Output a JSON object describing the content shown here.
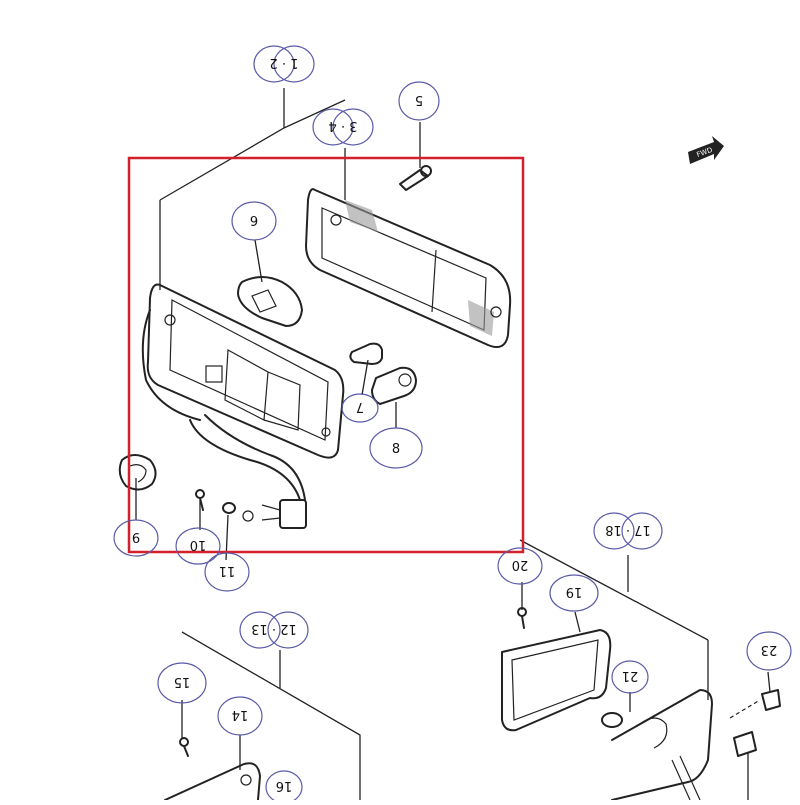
{
  "diagram": {
    "callouts": [
      {
        "id": "1-2",
        "text": "1 · 2"
      },
      {
        "id": "3-4",
        "text": "3 · 4"
      },
      {
        "id": "5",
        "text": "5"
      },
      {
        "id": "6",
        "text": "6"
      },
      {
        "id": "7",
        "text": "7"
      },
      {
        "id": "8",
        "text": "8"
      },
      {
        "id": "9",
        "text": "9"
      },
      {
        "id": "10",
        "text": "10"
      },
      {
        "id": "11",
        "text": "11"
      },
      {
        "id": "12-13",
        "text": "12 · 13"
      },
      {
        "id": "14",
        "text": "14"
      },
      {
        "id": "15",
        "text": "15"
      },
      {
        "id": "16",
        "text": "16"
      },
      {
        "id": "17-18",
        "text": "17 · 18"
      },
      {
        "id": "19",
        "text": "19"
      },
      {
        "id": "20",
        "text": "20"
      },
      {
        "id": "21",
        "text": "21"
      },
      {
        "id": "23",
        "text": "23"
      }
    ],
    "front_arrow": "FWD",
    "highlight_color": "#d4202a",
    "ink_color": "#222222",
    "callout_color": "#5a5aa8"
  }
}
